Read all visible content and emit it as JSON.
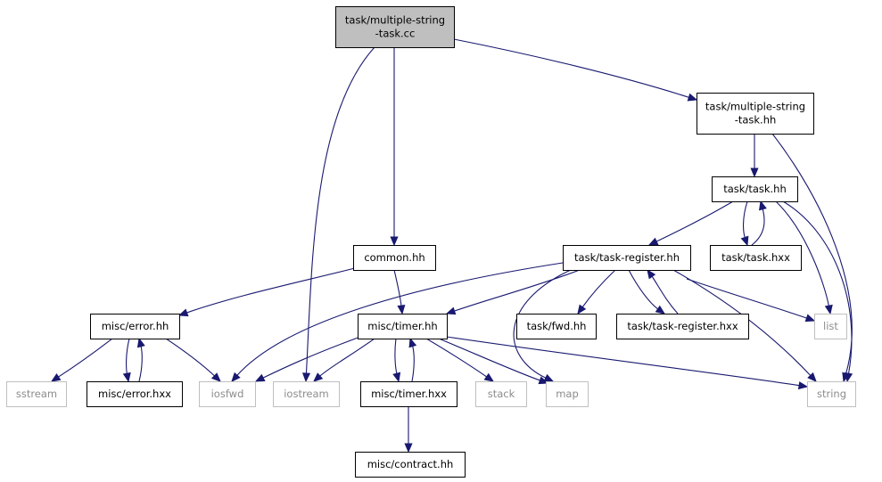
{
  "diagram": {
    "nodes": [
      {
        "id": "root",
        "lines": [
          "task/multiple-string",
          "-task.cc"
        ],
        "kind": "root"
      },
      {
        "id": "mst_hh",
        "lines": [
          "task/multiple-string",
          "-task.hh"
        ],
        "kind": "normal"
      },
      {
        "id": "task_hh",
        "lines": [
          "task/task.hh"
        ],
        "kind": "normal"
      },
      {
        "id": "task_hxx",
        "lines": [
          "task/task.hxx"
        ],
        "kind": "normal"
      },
      {
        "id": "common_hh",
        "lines": [
          "common.hh"
        ],
        "kind": "normal"
      },
      {
        "id": "task_register_hh",
        "lines": [
          "task/task-register.hh"
        ],
        "kind": "normal"
      },
      {
        "id": "misc_error_hh",
        "lines": [
          "misc/error.hh"
        ],
        "kind": "normal"
      },
      {
        "id": "misc_timer_hh",
        "lines": [
          "misc/timer.hh"
        ],
        "kind": "normal"
      },
      {
        "id": "task_fwd_hh",
        "lines": [
          "task/fwd.hh"
        ],
        "kind": "normal"
      },
      {
        "id": "task_register_hxx",
        "lines": [
          "task/task-register.hxx"
        ],
        "kind": "normal"
      },
      {
        "id": "list",
        "lines": [
          "list"
        ],
        "kind": "external"
      },
      {
        "id": "sstream",
        "lines": [
          "sstream"
        ],
        "kind": "external"
      },
      {
        "id": "misc_error_hxx",
        "lines": [
          "misc/error.hxx"
        ],
        "kind": "normal"
      },
      {
        "id": "iosfwd",
        "lines": [
          "iosfwd"
        ],
        "kind": "external"
      },
      {
        "id": "iostream",
        "lines": [
          "iostream"
        ],
        "kind": "external"
      },
      {
        "id": "misc_timer_hxx",
        "lines": [
          "misc/timer.hxx"
        ],
        "kind": "normal"
      },
      {
        "id": "stack",
        "lines": [
          "stack"
        ],
        "kind": "external"
      },
      {
        "id": "map",
        "lines": [
          "map"
        ],
        "kind": "external"
      },
      {
        "id": "string",
        "lines": [
          "string"
        ],
        "kind": "external"
      },
      {
        "id": "misc_contract_hh",
        "lines": [
          "misc/contract.hh"
        ],
        "kind": "normal"
      }
    ],
    "edges": [
      {
        "from": "root",
        "to": "mst_hh"
      },
      {
        "from": "root",
        "to": "common_hh"
      },
      {
        "from": "root",
        "to": "iostream"
      },
      {
        "from": "mst_hh",
        "to": "task_hh"
      },
      {
        "from": "mst_hh",
        "to": "string"
      },
      {
        "from": "task_hh",
        "to": "task_register_hh"
      },
      {
        "from": "task_hh",
        "to": "task_hxx"
      },
      {
        "from": "task_hh",
        "to": "list"
      },
      {
        "from": "task_hh",
        "to": "string"
      },
      {
        "from": "task_hxx",
        "to": "task_hh"
      },
      {
        "from": "common_hh",
        "to": "misc_error_hh"
      },
      {
        "from": "common_hh",
        "to": "misc_timer_hh"
      },
      {
        "from": "task_register_hh",
        "to": "iosfwd"
      },
      {
        "from": "task_register_hh",
        "to": "misc_timer_hh"
      },
      {
        "from": "task_register_hh",
        "to": "map"
      },
      {
        "from": "task_register_hh",
        "to": "task_fwd_hh"
      },
      {
        "from": "task_register_hh",
        "to": "task_register_hxx"
      },
      {
        "from": "task_register_hh",
        "to": "list"
      },
      {
        "from": "task_register_hh",
        "to": "string"
      },
      {
        "from": "task_register_hxx",
        "to": "task_register_hh"
      },
      {
        "from": "misc_error_hh",
        "to": "sstream"
      },
      {
        "from": "misc_error_hh",
        "to": "misc_error_hxx"
      },
      {
        "from": "misc_error_hh",
        "to": "iosfwd"
      },
      {
        "from": "misc_error_hxx",
        "to": "misc_error_hh"
      },
      {
        "from": "misc_timer_hh",
        "to": "iosfwd"
      },
      {
        "from": "misc_timer_hh",
        "to": "iostream"
      },
      {
        "from": "misc_timer_hh",
        "to": "misc_timer_hxx"
      },
      {
        "from": "misc_timer_hh",
        "to": "stack"
      },
      {
        "from": "misc_timer_hh",
        "to": "map"
      },
      {
        "from": "misc_timer_hh",
        "to": "string"
      },
      {
        "from": "misc_timer_hxx",
        "to": "misc_timer_hh"
      },
      {
        "from": "misc_timer_hxx",
        "to": "misc_contract_hh"
      }
    ]
  },
  "colors": {
    "edge": "#191970",
    "root_fill": "#bfbfbf",
    "external_border": "#bfbfbf",
    "external_text": "#8c8c8c"
  }
}
